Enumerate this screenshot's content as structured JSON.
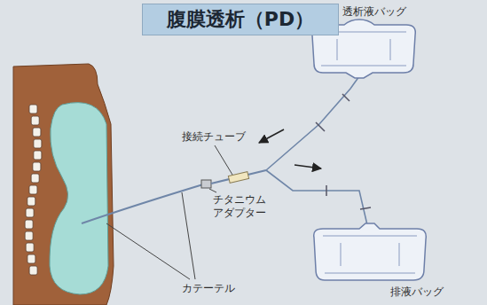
{
  "diagram": {
    "title": "腹膜透析（PD）",
    "labels": [
      "透析液バッグ",
      "接続チューブ",
      "チタニウム アダプター",
      "カテーテル",
      "排液バッグ"
    ]
  }
}
